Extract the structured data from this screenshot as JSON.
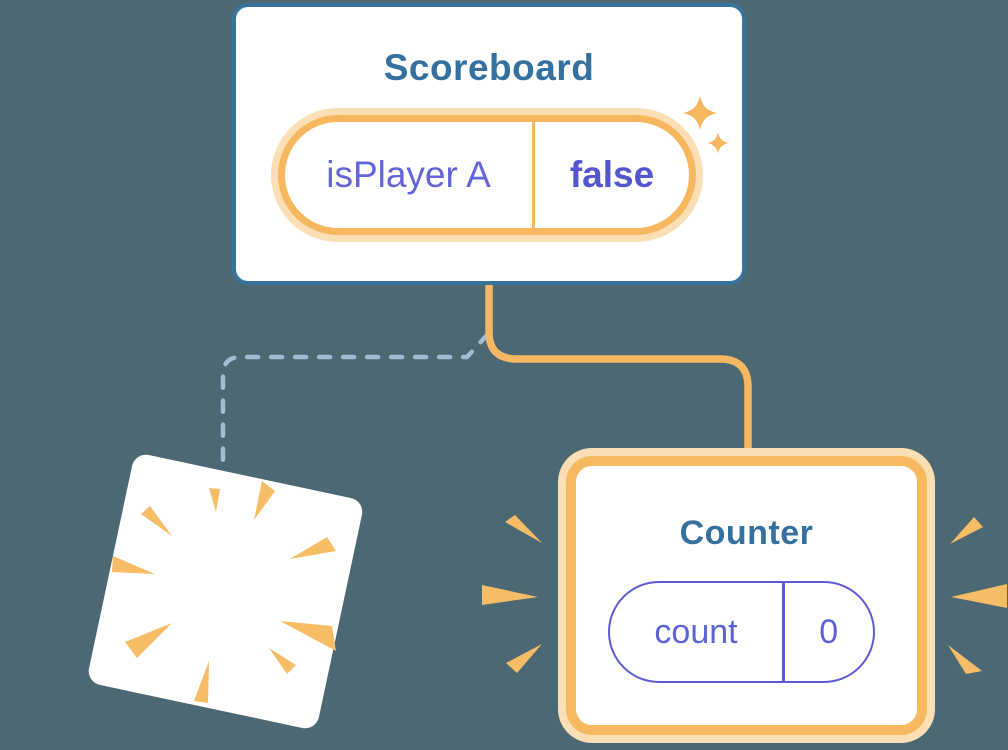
{
  "background_color": "#4C6873",
  "colors": {
    "card_background": "#FFFFFF",
    "scoreboard_border_teal": "#37739C",
    "title_text_blue": "#35719F",
    "state_orange": "#F6B75F",
    "orange_glow": "#FADFB4",
    "state_purple": "#5C5CD6",
    "pill_label_purple": "#6464DC",
    "pill_value_purple": "#5555CF",
    "dashed_line_blue": "#A2BCD4",
    "burst_orange": "#F7BC66"
  },
  "scoreboard": {
    "title": "Scoreboard",
    "state_pill": {
      "label": "isPlayer A",
      "value": "false"
    }
  },
  "counter": {
    "title": "Counter",
    "state_pill": {
      "label": "count",
      "value": "0"
    }
  },
  "icons": {
    "sparkle_large": "sparkle-large-icon",
    "sparkle_small": "sparkle-small-icon",
    "poof_burst": "poof-burst-icon",
    "emphasis_burst_left": "burst-left-icon",
    "emphasis_burst_right": "burst-right-icon"
  }
}
